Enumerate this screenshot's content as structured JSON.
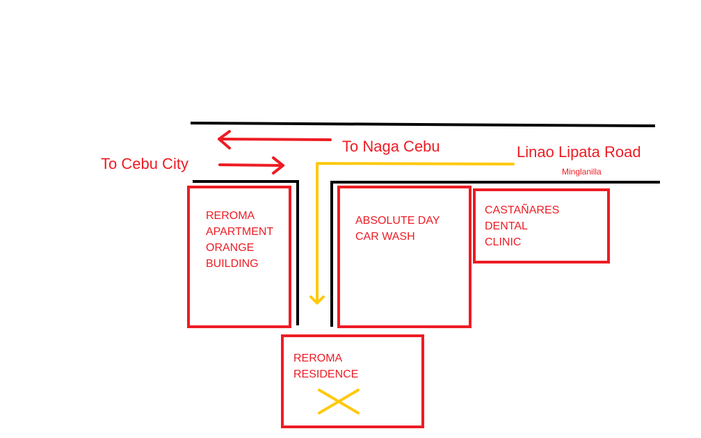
{
  "colors": {
    "road": "#000000",
    "label": "#ed1c24",
    "route": "#ffc90e",
    "marker": "#ffc90e"
  },
  "labels": {
    "to_cebu_city": "To Cebu City",
    "to_naga_cebu": "To Naga Cebu",
    "road_name": "Linao Lipata Road",
    "municipality": "Minglanilla"
  },
  "buildings": {
    "reroma_apartment": {
      "lines": [
        "REROMA",
        "APARTMENT",
        "ORANGE",
        "BUILDING"
      ]
    },
    "absolute_day": {
      "lines": [
        "ABSOLUTE DAY",
        "CAR WASH"
      ]
    },
    "castanares": {
      "lines": [
        "CASTAÑARES",
        "DENTAL",
        "CLINIC"
      ]
    },
    "reroma_residence": {
      "lines": [
        "REROMA",
        "RESIDENCE"
      ]
    }
  },
  "icons": {
    "destination_marker": "x-mark-icon",
    "route_arrow": "arrow-down-icon"
  }
}
